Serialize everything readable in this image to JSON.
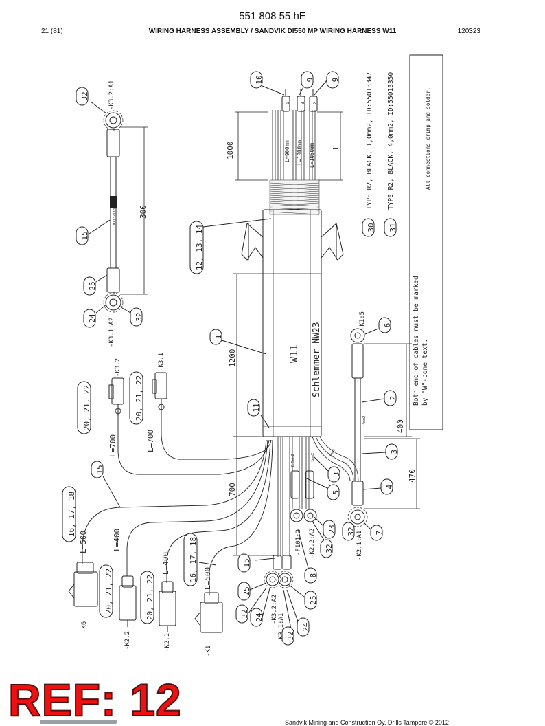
{
  "header": {
    "doc_number": "551 808 55 hE",
    "page": "21 (81)",
    "title": "WIRING HARNESS ASSEMBLY / SANDVIK DI550 MP WIRING HARNESS W11",
    "date": "120323"
  },
  "footer": {
    "ref_label": "REF: 12",
    "company": "Sandvik Mining and Construction Oy, Drills Tampere © 2012"
  },
  "notes": {
    "type30": "TYPE R2, BLACK, 1,0mm2, ID:55013347",
    "type31": "TYPE R2, BLACK, 4,0mm2, ID:55013350",
    "connections": "All connections crimp and solder.",
    "marking": "Both end of cables must be marked",
    "marking2": "by \"W\"-cone text."
  },
  "harness": {
    "name": "W11",
    "sleeve": "Schlemmer NW23",
    "marker_text": "W11:2/K3:4"
  },
  "dimensions": {
    "d1000": "1000",
    "dL": "L",
    "d1200": "1200",
    "d300": "300",
    "d700": "700",
    "d400": "400",
    "d470": "470",
    "l900": "L=900mm",
    "l1000": "L=1000mm",
    "l1050": "L=1050mm",
    "l700a": "L=700",
    "l700b": "L=700",
    "l500a": "L=500",
    "l400a": "L=400",
    "l400b": "L=400",
    "l500b": "L=500"
  },
  "wire_nums": {
    "w1": "1",
    "w3": "3",
    "w2": "2"
  },
  "terminals": {
    "k3_2_a1": "-K3.2:A1",
    "k3_1_a2": "-K3.1:A2",
    "k1_5": "-K1:5",
    "k2_1_a1": "-K2.1:A1",
    "k2_2_a2": "-K2.2:A2",
    "f101_2": "-F101:2",
    "k3_2_a2": "-K3.2:A2",
    "k3_1_a1": "-K3.1:A1",
    "k3_2": "-K3.2",
    "k3_1": "-K3.1",
    "k6": "-K6",
    "k2_2": "-K2.2",
    "k2_1": "-K2.1",
    "k1": "-K1"
  },
  "cable_labels": {
    "c4mm2": "4mm2",
    "c2mm2": "2,5mm2",
    "c1mm2": "1mm2",
    "c1mm2b": "1mm2"
  },
  "callouts": {
    "c10": "10",
    "c9a": "9",
    "c9b": "9",
    "c32a": "32",
    "c15a": "15",
    "c25a": "25",
    "c24a": "24",
    "c32b": "32",
    "c121314": "12, 13, 14",
    "c30": "30",
    "c31": "31",
    "c1": "1",
    "c6": "6",
    "c11": "11",
    "c2": "2",
    "c2021a": "20, 21, 22",
    "c2021b": "20, 21, 22",
    "c15b": "15",
    "c3a": "3",
    "c3b": "3",
    "c5": "5",
    "c4": "4",
    "c161718a": "16, 17, 18",
    "c23": "23",
    "c7": "7",
    "c32c": "32",
    "c32d": "32",
    "c2021c": "20, 21, 22",
    "c2021d": "20, 21, 22",
    "c161718b": "16, 17, 18",
    "c15c": "15",
    "c8": "8",
    "c25b": "25",
    "c25c": "25",
    "c32e": "32",
    "c24b": "24",
    "c24c": "24",
    "c32f": "32"
  }
}
